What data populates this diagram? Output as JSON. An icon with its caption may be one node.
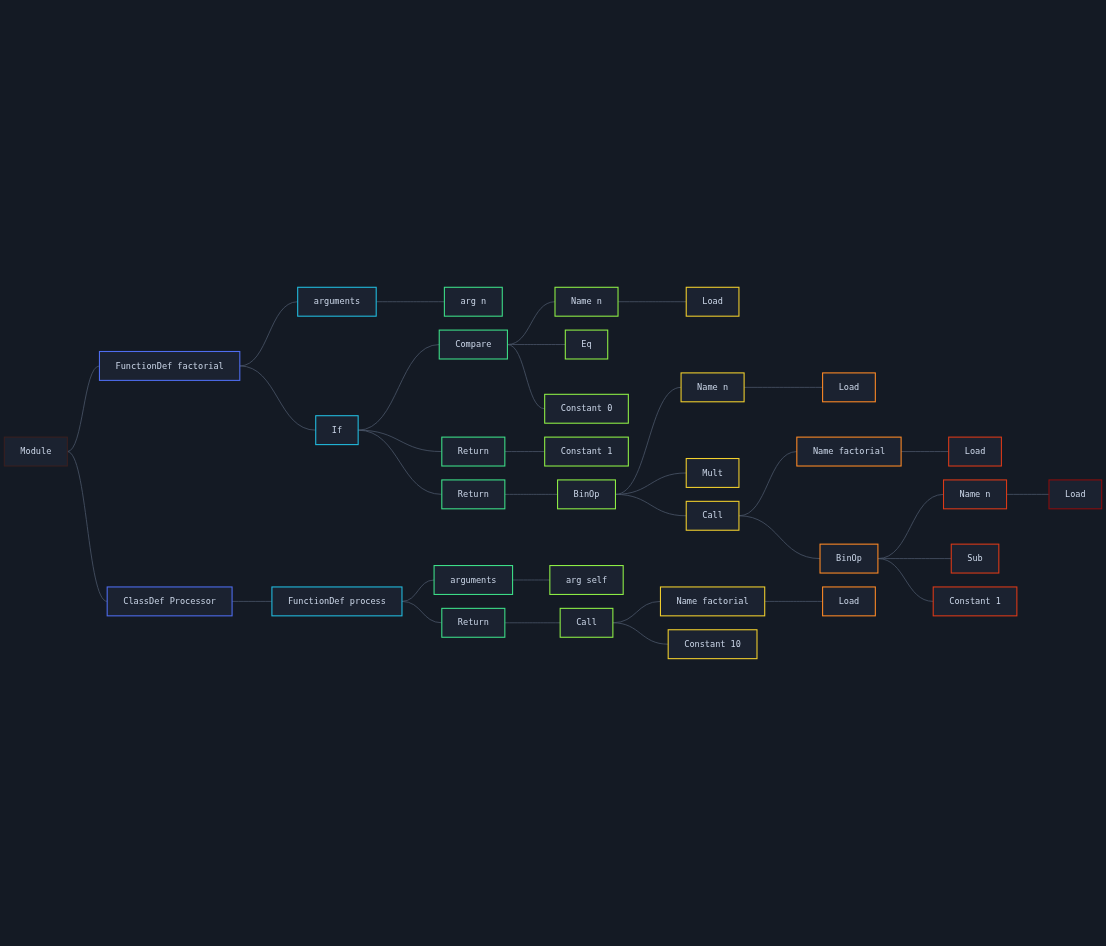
{
  "diagram": {
    "nodes": [
      {
        "text": [
          "Module"
        ]
      },
      {
        "text": [
          "FunctionDef factorial"
        ]
      },
      {
        "text": [
          "arguments"
        ]
      },
      {
        "text": [
          "arg n"
        ]
      },
      {
        "text": [
          "If"
        ]
      },
      {
        "text": [
          "Compare"
        ]
      },
      {
        "text": [
          "Name n"
        ]
      },
      {
        "text": [
          "Load"
        ]
      },
      {
        "text": [
          "Eq"
        ]
      },
      {
        "text": [
          "Constant 0"
        ]
      },
      {
        "text": [
          "Return"
        ]
      },
      {
        "text": [
          "Constant 1"
        ]
      },
      {
        "text": [
          "Return"
        ]
      },
      {
        "text": [
          "BinOp"
        ]
      },
      {
        "text": [
          "Name n"
        ]
      },
      {
        "text": [
          "Load"
        ]
      },
      {
        "text": [
          "Mult"
        ]
      },
      {
        "text": [
          "Call"
        ]
      },
      {
        "text": [
          "Name factorial"
        ]
      },
      {
        "text": [
          "Load"
        ]
      },
      {
        "text": [
          "BinOp"
        ]
      },
      {
        "text": [
          "Name n"
        ]
      },
      {
        "text": [
          "Load"
        ]
      },
      {
        "text": [
          "Sub"
        ]
      },
      {
        "text": [
          "Constant 1"
        ]
      },
      {
        "text": [
          "ClassDef Processor"
        ]
      },
      {
        "text": [
          "FunctionDef process"
        ]
      },
      {
        "text": [
          "arguments"
        ]
      },
      {
        "text": [
          "arg self"
        ]
      },
      {
        "text": [
          "Return"
        ]
      },
      {
        "text": [
          "Call"
        ]
      },
      {
        "text": [
          "Name factorial"
        ]
      },
      {
        "text": [
          "Load"
        ]
      },
      {
        "text": [
          "Constant 10"
        ]
      }
    ],
    "edges": [
      {
        "from": 0,
        "to": 1,
        "arrow": "none"
      },
      {
        "from": 1,
        "to": 2,
        "arrow": "none"
      },
      {
        "from": 2,
        "to": 3,
        "arrow": "none"
      },
      {
        "from": 1,
        "to": 4,
        "arrow": "none"
      },
      {
        "from": 4,
        "to": 5,
        "arrow": "none"
      },
      {
        "from": 5,
        "to": 6,
        "arrow": "none"
      },
      {
        "from": 6,
        "to": 7,
        "arrow": "none"
      },
      {
        "from": 5,
        "to": 8,
        "arrow": "none"
      },
      {
        "from": 5,
        "to": 9,
        "arrow": "none"
      },
      {
        "from": 4,
        "to": 10,
        "arrow": "none"
      },
      {
        "from": 10,
        "to": 11,
        "arrow": "none"
      },
      {
        "from": 4,
        "to": 12,
        "arrow": "none"
      },
      {
        "from": 12,
        "to": 13,
        "arrow": "none"
      },
      {
        "from": 13,
        "to": 14,
        "arrow": "none"
      },
      {
        "from": 14,
        "to": 15,
        "arrow": "none"
      },
      {
        "from": 13,
        "to": 16,
        "arrow": "none"
      },
      {
        "from": 13,
        "to": 17,
        "arrow": "none"
      },
      {
        "from": 17,
        "to": 18,
        "arrow": "none"
      },
      {
        "from": 18,
        "to": 19,
        "arrow": "none"
      },
      {
        "from": 17,
        "to": 20,
        "arrow": "none"
      },
      {
        "from": 20,
        "to": 21,
        "arrow": "none"
      },
      {
        "from": 21,
        "to": 22,
        "arrow": "none"
      },
      {
        "from": 20,
        "to": 23,
        "arrow": "none"
      },
      {
        "from": 20,
        "to": 24,
        "arrow": "none"
      },
      {
        "from": 0,
        "to": 25,
        "arrow": "none"
      },
      {
        "from": 25,
        "to": 26,
        "arrow": "none"
      },
      {
        "from": 26,
        "to": 27,
        "arrow": "none"
      },
      {
        "from": 27,
        "to": 28,
        "arrow": "none"
      },
      {
        "from": 26,
        "to": 29,
        "arrow": "none"
      },
      {
        "from": 29,
        "to": 30,
        "arrow": "none"
      },
      {
        "from": 30,
        "to": 31,
        "arrow": "none"
      },
      {
        "from": 31,
        "to": 32,
        "arrow": "none"
      },
      {
        "from": 30,
        "to": 33,
        "arrow": "none"
      }
    ]
  }
}
